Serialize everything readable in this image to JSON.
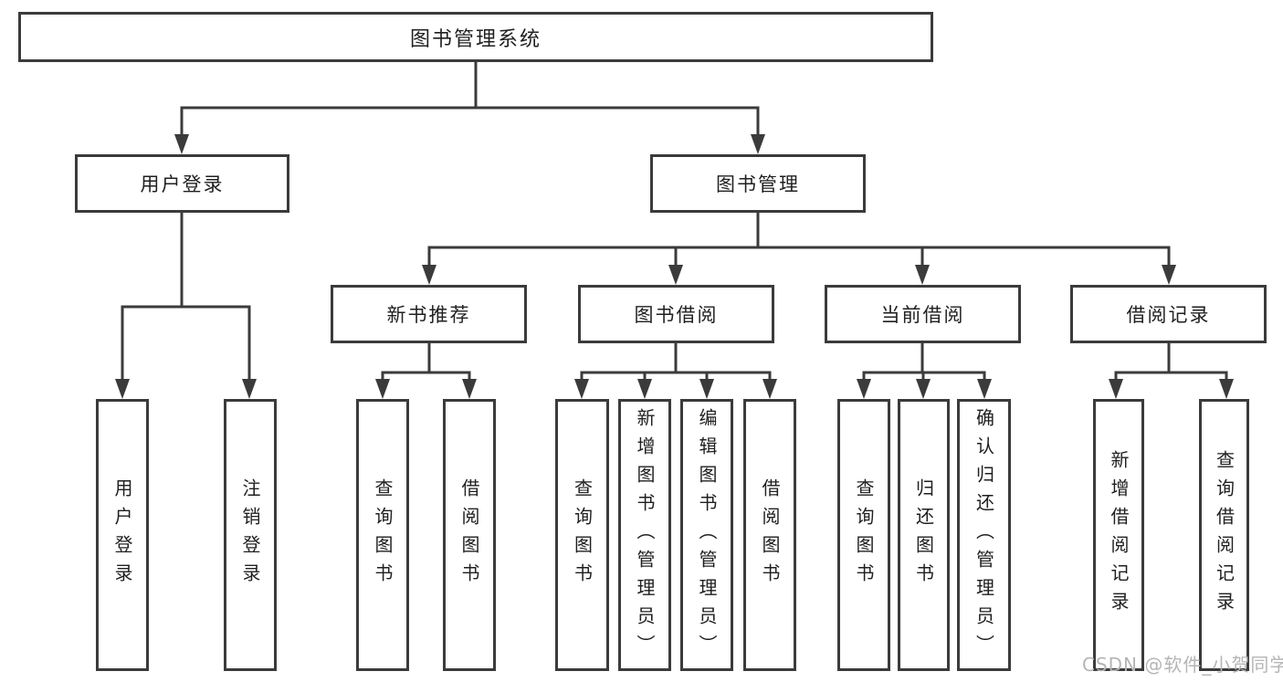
{
  "tree": {
    "label": "图书管理系统",
    "children": [
      {
        "label": "用户登录",
        "children": [
          {
            "label": "用户登录"
          },
          {
            "label": "注销登录"
          }
        ]
      },
      {
        "label": "图书管理",
        "children": [
          {
            "label": "新书推荐",
            "children": [
              {
                "label": "查询图书"
              },
              {
                "label": "借阅图书"
              }
            ]
          },
          {
            "label": "图书借阅",
            "children": [
              {
                "label": "查询图书"
              },
              {
                "label": "新增图书（管理员）"
              },
              {
                "label": "编辑图书（管理员）"
              },
              {
                "label": "借阅图书"
              }
            ]
          },
          {
            "label": "当前借阅",
            "children": [
              {
                "label": "查询图书"
              },
              {
                "label": "归还图书"
              },
              {
                "label": "确认归还（管理员）"
              }
            ]
          },
          {
            "label": "借阅记录",
            "children": [
              {
                "label": "新增借阅记录"
              },
              {
                "label": "查询借阅记录"
              }
            ]
          }
        ]
      }
    ]
  },
  "watermark": {
    "text": "CSDN @软件_小贺同学"
  },
  "colors": {
    "line": "#3b3b3b",
    "text": "#1f1f1f",
    "watermark": "#b5b5b5",
    "background": "#ffffff"
  }
}
